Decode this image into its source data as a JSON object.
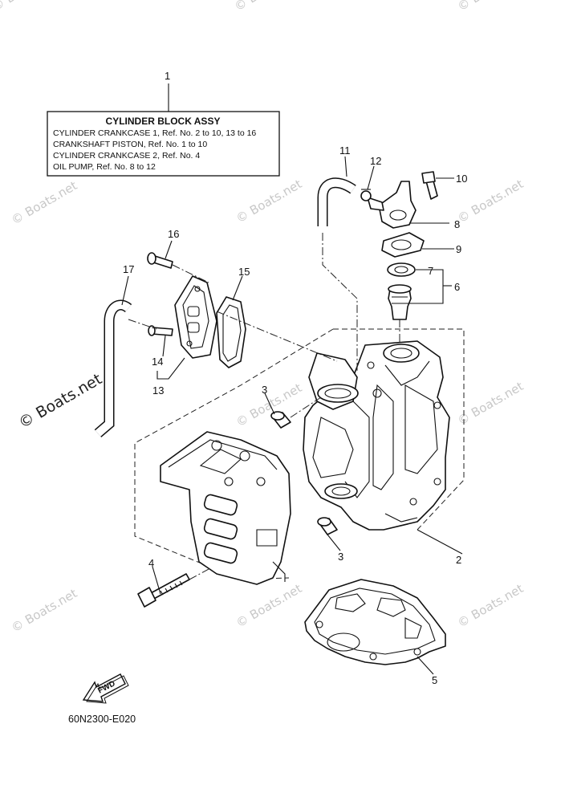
{
  "assembly_box": {
    "ref_number": "1",
    "title": "CYLINDER BLOCK ASSY",
    "lines": [
      "CYLINDER CRANKCASE 1,  Ref. No. 2 to 10, 13 to 16",
      "CRANKSHAFT PISTON,  Ref. No. 1 to 10",
      "CYLINDER CRANKCASE 2,  Ref. No. 4",
      "OIL PUMP,  Ref. No. 8 to 12"
    ]
  },
  "callouts": {
    "n2": "2",
    "n3a": "3",
    "n3b": "3",
    "n4": "4",
    "n5": "5",
    "n6": "6",
    "n7": "7",
    "n8": "8",
    "n9": "9",
    "n10": "10",
    "n11": "11",
    "n12": "12",
    "n13": "13",
    "n14": "14",
    "n15": "15",
    "n16": "16",
    "n17": "17"
  },
  "watermarks": {
    "side": "© Boats.net",
    "tile": "© Boats.net"
  },
  "fwd_label": "FWD",
  "drawing_code": "60N2300-E020"
}
